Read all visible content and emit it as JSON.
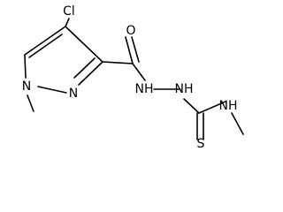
{
  "molecule": {
    "atoms": {
      "chlorine": "Cl",
      "carbonyl_oxygen": "O",
      "ring_nitrogen_methylated": "N",
      "ring_nitrogen": "N",
      "hydrazide_nh": "NH",
      "hydrazine_nh": "NH",
      "thioamide_nh": "NH",
      "sulfur": "S"
    }
  },
  "colors": {
    "bond": "#000000",
    "label": "#000000",
    "background": "#ffffff"
  }
}
